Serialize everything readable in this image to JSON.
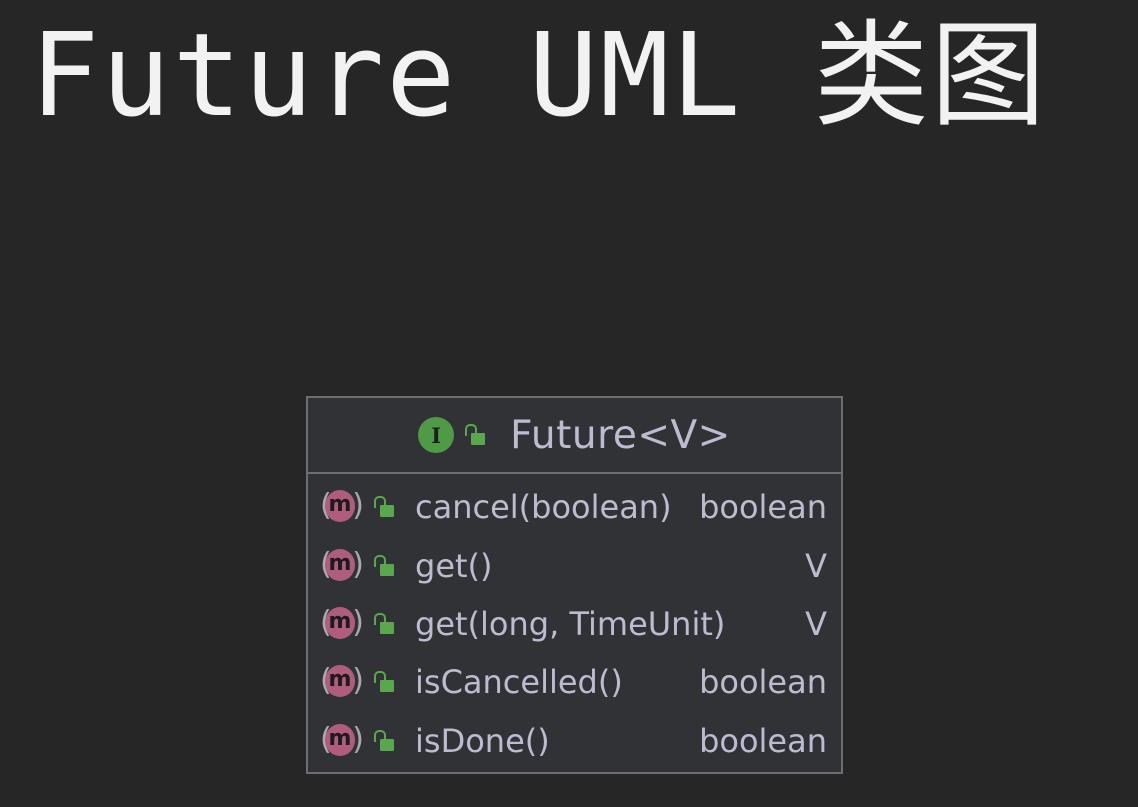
{
  "title": "Future UML 类图",
  "class": {
    "stereotype_icon": "interface-icon",
    "stereotype_letter": "I",
    "visibility_icon": "public-lock-icon",
    "name": "Future<V>",
    "methods": [
      {
        "icon": "method-icon",
        "badge": "m",
        "name": "cancel(boolean)",
        "type": "boolean"
      },
      {
        "icon": "method-icon",
        "badge": "m",
        "name": "get()",
        "type": "V"
      },
      {
        "icon": "method-icon",
        "badge": "m",
        "name": "get(long, TimeUnit)",
        "type": "V"
      },
      {
        "icon": "method-icon",
        "badge": "m",
        "name": "isCancelled()",
        "type": "boolean"
      },
      {
        "icon": "method-icon",
        "badge": "m",
        "name": "isDone()",
        "type": "boolean"
      }
    ]
  },
  "colors": {
    "background": "#262626",
    "box_fill": "#313236",
    "box_border": "#6e6e72",
    "text": "#bcbcd1",
    "interface_badge": "#4f9a45",
    "method_badge": "#b05d7d",
    "lock": "#59a84d"
  }
}
